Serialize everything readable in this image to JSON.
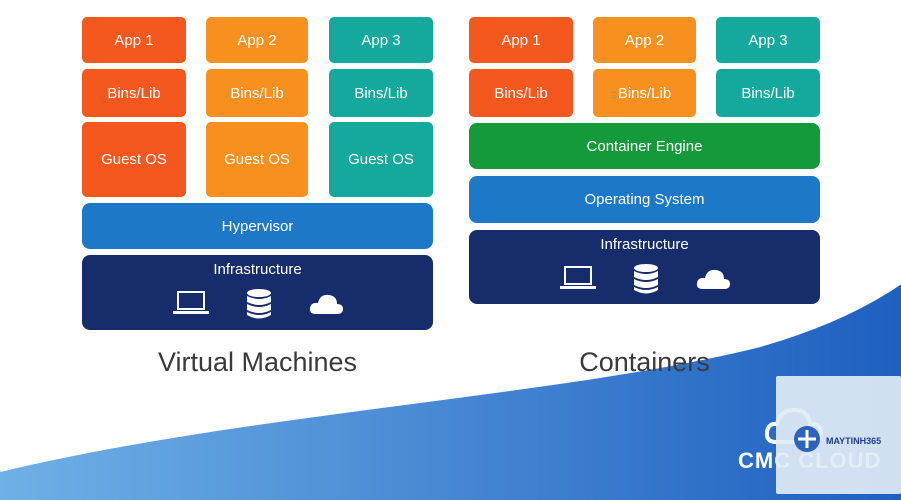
{
  "vm": {
    "title": "Virtual Machines",
    "apps": [
      "App 1",
      "App 2",
      "App 3"
    ],
    "bins": [
      "Bins/Lib",
      "Bins/Lib",
      "Bins/Lib"
    ],
    "guest_os": [
      "Guest OS",
      "Guest OS",
      "Guest OS"
    ],
    "hypervisor": "Hypervisor",
    "infrastructure": "Infrastructure"
  },
  "containers": {
    "title": "Containers",
    "apps": [
      "App 1",
      "App 2",
      "App 3"
    ],
    "bins": [
      "Bins/Lib",
      "Bins/Lib",
      "Bins/Lib"
    ],
    "engine": "Container Engine",
    "os": "Operating System",
    "infrastructure": "Infrastructure"
  },
  "icons": [
    "laptop-icon",
    "database-icon",
    "cloud-icon"
  ],
  "brand": "CMC CLOUD",
  "watermark": "MAYTINH365",
  "colors": {
    "red": "#f4581f",
    "orange": "#f7901e",
    "teal": "#14a99c",
    "blue": "#1d78c8",
    "green": "#149a3a",
    "navy": "#172d6b"
  }
}
